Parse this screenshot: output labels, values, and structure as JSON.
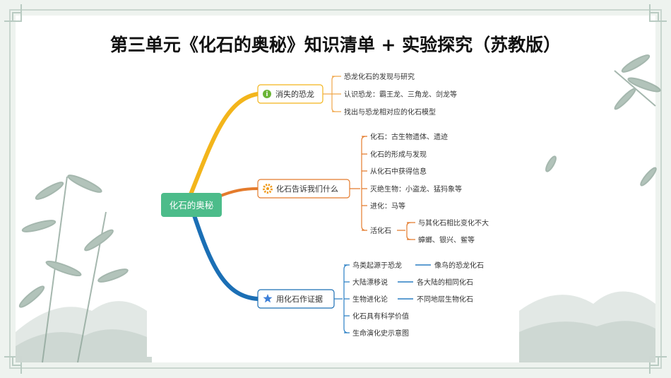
{
  "title": "第三单元《化石的奥秘》知识清单 + 实验探究（苏教版）",
  "colors": {
    "root_fill": "#4cbc8a",
    "branch1": "#f3b51b",
    "branch2": "#e47b2c",
    "branch3": "#1b6fb5",
    "leaf_line1": "#f0a64b",
    "leaf_line2": "#e47b2c",
    "leaf_line3": "#2a7fc4",
    "text": "#333333"
  },
  "mindmap": {
    "root": "化石的奥秘",
    "branches": [
      {
        "label": "消失的恐龙",
        "icon": "info-icon",
        "leaves": [
          {
            "label": "恐龙化石的发现与研究"
          },
          {
            "label": "认识恐龙：霸王龙、三角龙、剑龙等"
          },
          {
            "label": "找出与恐龙相对应的化石模型"
          }
        ]
      },
      {
        "label": "化石告诉我们什么",
        "icon": "gear-icon",
        "leaves": [
          {
            "label": "化石：古生物遗体、遗迹"
          },
          {
            "label": "化石的形成与发现"
          },
          {
            "label": "从化石中获得信息"
          },
          {
            "label": "灭绝生物：小盗龙、猛犸象等"
          },
          {
            "label": "进化：马等"
          },
          {
            "label": "活化石",
            "children": [
              "与其化石相比变化不大",
              "蟑螂、银兴、鲎等"
            ]
          }
        ]
      },
      {
        "label": "用化石作证据",
        "icon": "star-icon",
        "leaves": [
          {
            "label": "鸟类起源于恐龙",
            "child": "像鸟的恐龙化石"
          },
          {
            "label": "大陆漂移说",
            "child": "各大陆的相同化石"
          },
          {
            "label": "生物进化论",
            "child": "不同地层生物化石"
          },
          {
            "label": "化石具有科学价值"
          },
          {
            "label": "生命演化史示意图"
          }
        ]
      }
    ]
  }
}
